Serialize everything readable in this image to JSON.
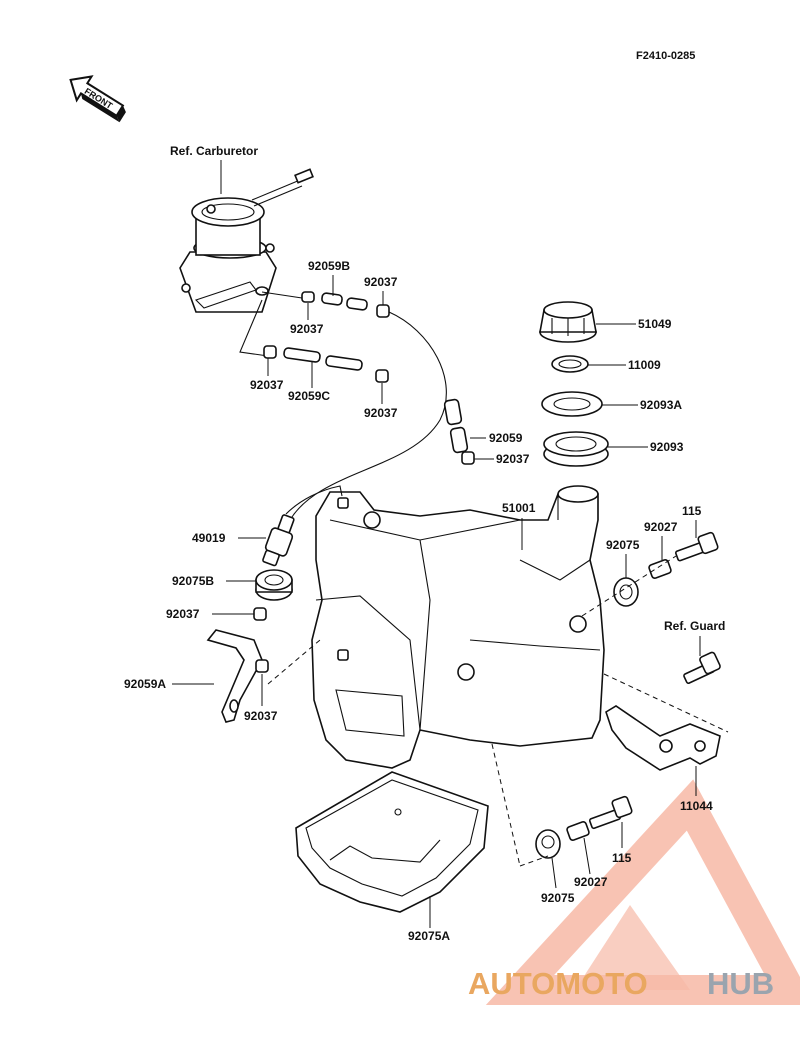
{
  "diagram_code": "F2410-0285",
  "front_label": "FRONT",
  "ref_carburetor": "Ref. Carburetor",
  "ref_guard": "Ref. Guard",
  "parts": {
    "p51049": "51049",
    "p11009": "11009",
    "p92093A": "92093A",
    "p92093": "92093",
    "p51001": "51001",
    "p115a": "115",
    "p92027a": "92027",
    "p92075a": "92075",
    "p92059B": "92059B",
    "p92037a": "92037",
    "p92037b": "92037",
    "p92037c": "92037",
    "p92059C": "92059C",
    "p92037d": "92037",
    "p92059": "92059",
    "p92037e": "92037",
    "p49019": "49019",
    "p92075B": "92075B",
    "p92037f": "92037",
    "p92059A": "92059A",
    "p92037g": "92037",
    "p11044": "11044",
    "p115b": "115",
    "p92027b": "92027",
    "p92075b": "92075",
    "p92075A": "92075A"
  },
  "watermark": {
    "part1": "AUTOMOTO",
    "part2": "HUB",
    "colors": {
      "primary": "#f7b9a6",
      "secondary": "#e9a760",
      "tertiary": "#9aa4ae"
    }
  }
}
